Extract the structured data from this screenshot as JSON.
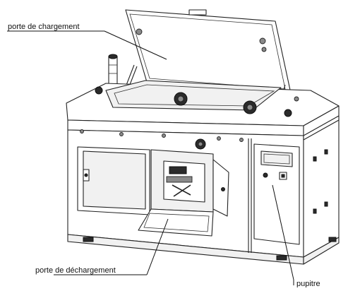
{
  "labels": {
    "loading_door": "porte de chargement",
    "unloading_door": "porte de déchargement",
    "console": "pupitre"
  },
  "colors": {
    "line": "#222222",
    "background": "#ffffff",
    "text": "#111111"
  }
}
